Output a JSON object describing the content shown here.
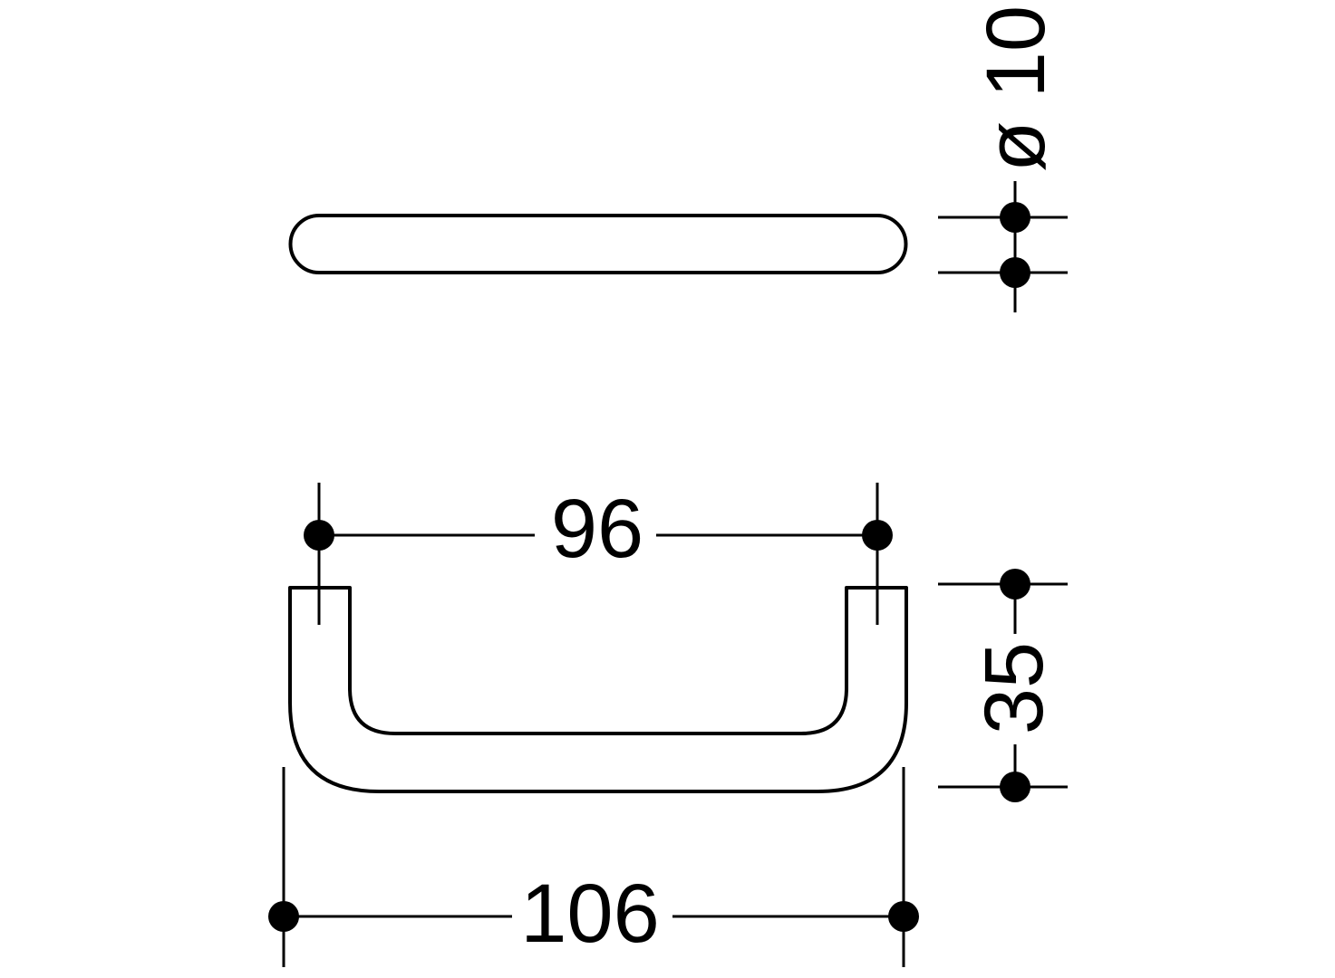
{
  "dimensions": {
    "diameter": "ø 10",
    "pitch": "96",
    "overall_width": "106",
    "depth": "35"
  },
  "colors": {
    "line": "#000000",
    "background": "#ffffff"
  }
}
